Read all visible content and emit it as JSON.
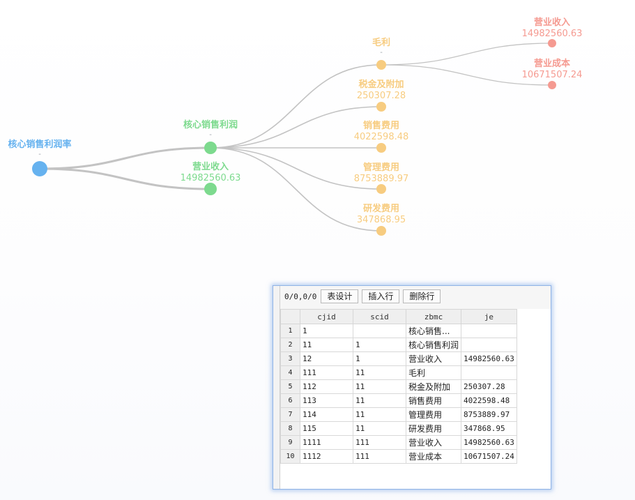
{
  "tree": {
    "nodes": [
      {
        "id": "root",
        "label": "核心销售利润率",
        "value": "-",
        "color": "#66b2ef"
      },
      {
        "id": "n11",
        "label": "核心销售利润",
        "value": "-",
        "color": "#7dda8e"
      },
      {
        "id": "n12",
        "label": "营业收入",
        "value": "14982560.63",
        "color": "#7dda8e"
      },
      {
        "id": "n111",
        "label": "毛利",
        "value": "-",
        "color": "#f7cc80"
      },
      {
        "id": "n112",
        "label": "税金及附加",
        "value": "250307.28",
        "color": "#f7cc80"
      },
      {
        "id": "n113",
        "label": "销售费用",
        "value": "4022598.48",
        "color": "#f7cc80"
      },
      {
        "id": "n114",
        "label": "管理费用",
        "value": "8753889.97",
        "color": "#f7cc80"
      },
      {
        "id": "n115",
        "label": "研发费用",
        "value": "347868.95",
        "color": "#f7cc80"
      },
      {
        "id": "n1111",
        "label": "营业收入",
        "value": "14982560.63",
        "color": "#f59a91"
      },
      {
        "id": "n1112",
        "label": "营业成本",
        "value": "10671507.24",
        "color": "#f59a91"
      }
    ],
    "links": [
      [
        "root",
        "n11"
      ],
      [
        "root",
        "n12"
      ],
      [
        "n11",
        "n111"
      ],
      [
        "n11",
        "n112"
      ],
      [
        "n11",
        "n113"
      ],
      [
        "n11",
        "n114"
      ],
      [
        "n11",
        "n115"
      ],
      [
        "n111",
        "n1111"
      ],
      [
        "n111",
        "n1112"
      ]
    ]
  },
  "panel": {
    "pager": "0/0,0/0",
    "buttons": {
      "design": "表设计",
      "insert": "插入行",
      "delete": "删除行"
    },
    "columns": [
      "cjid",
      "scid",
      "zbmc",
      "je"
    ],
    "rows": [
      {
        "n": "1",
        "cjid": "1",
        "scid": "",
        "zbmc": "核心销售...",
        "je": ""
      },
      {
        "n": "2",
        "cjid": "11",
        "scid": "1",
        "zbmc": "核心销售利润",
        "je": ""
      },
      {
        "n": "3",
        "cjid": "12",
        "scid": "1",
        "zbmc": "营业收入",
        "je": "14982560.63"
      },
      {
        "n": "4",
        "cjid": "111",
        "scid": "11",
        "zbmc": "毛利",
        "je": ""
      },
      {
        "n": "5",
        "cjid": "112",
        "scid": "11",
        "zbmc": "税金及附加",
        "je": "250307.28"
      },
      {
        "n": "6",
        "cjid": "113",
        "scid": "11",
        "zbmc": "销售费用",
        "je": "4022598.48"
      },
      {
        "n": "7",
        "cjid": "114",
        "scid": "11",
        "zbmc": "管理费用",
        "je": "8753889.97"
      },
      {
        "n": "8",
        "cjid": "115",
        "scid": "11",
        "zbmc": "研发费用",
        "je": "347868.95"
      },
      {
        "n": "9",
        "cjid": "1111",
        "scid": "111",
        "zbmc": "营业收入",
        "je": "14982560.63"
      },
      {
        "n": "10",
        "cjid": "1112",
        "scid": "111",
        "zbmc": "营业成本",
        "je": "10671507.24"
      }
    ]
  }
}
